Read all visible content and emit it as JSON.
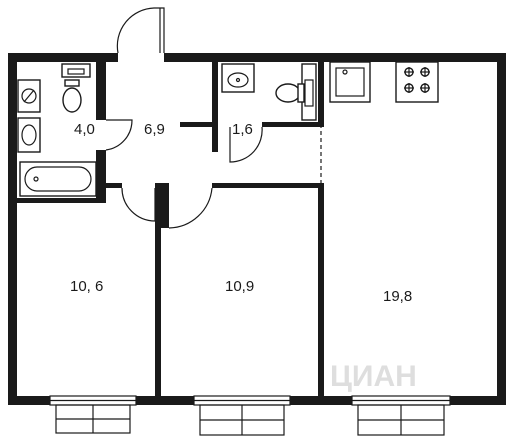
{
  "rooms": {
    "bathroom": "4,0",
    "hall": "6,9",
    "toilet": "1,6",
    "bedroom_left": "10, 6",
    "bedroom_middle": "10,9",
    "kitchen_living": "19,8"
  },
  "watermark": "ЦИАН"
}
